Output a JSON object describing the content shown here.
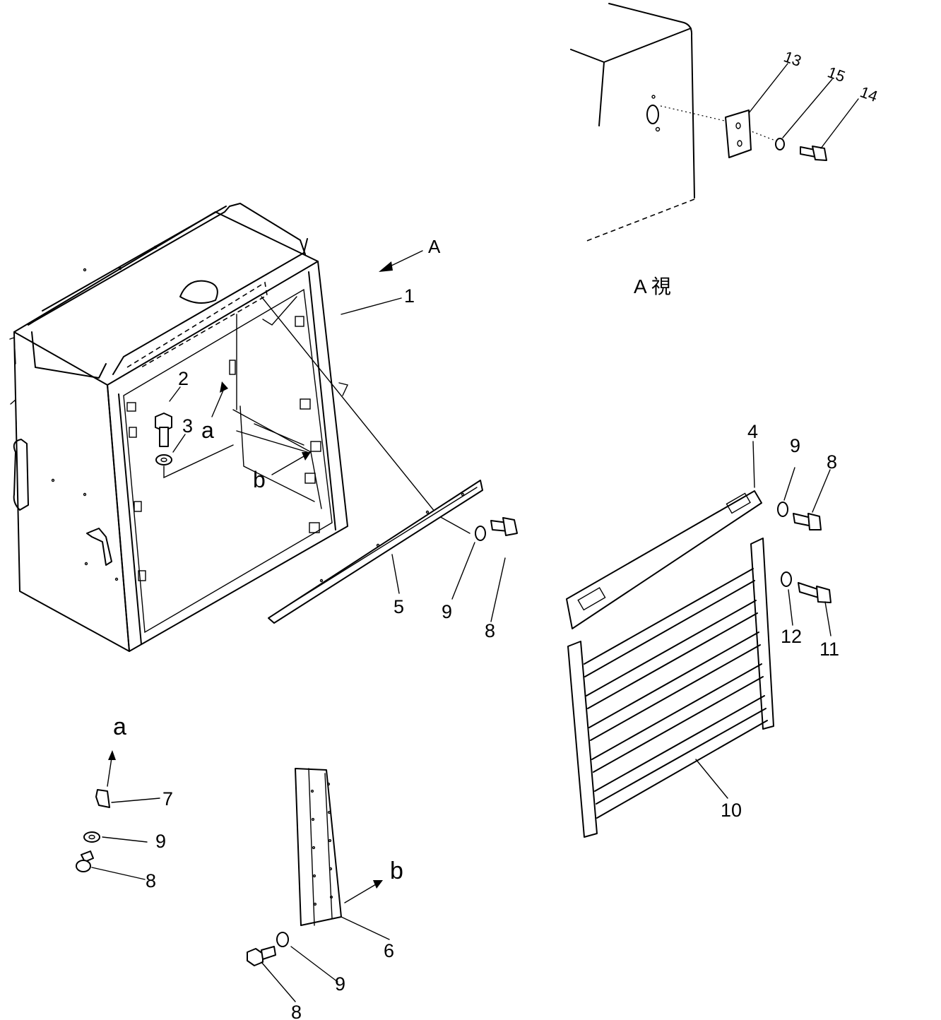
{
  "view": {
    "arrow_label": "A",
    "caption": "A 視"
  },
  "callouts": [
    {
      "id": "c1",
      "text": "1"
    },
    {
      "id": "c2",
      "text": "2"
    },
    {
      "id": "c3",
      "text": "3"
    },
    {
      "id": "c4",
      "text": "4"
    },
    {
      "id": "c5",
      "text": "5"
    },
    {
      "id": "c6",
      "text": "6"
    },
    {
      "id": "c7",
      "text": "7"
    },
    {
      "id": "c8a",
      "text": "8"
    },
    {
      "id": "c8b",
      "text": "8"
    },
    {
      "id": "c8c",
      "text": "8"
    },
    {
      "id": "c8d",
      "text": "8"
    },
    {
      "id": "c9a",
      "text": "9"
    },
    {
      "id": "c9b",
      "text": "9"
    },
    {
      "id": "c9c",
      "text": "9"
    },
    {
      "id": "c9d",
      "text": "9"
    },
    {
      "id": "c10",
      "text": "10"
    },
    {
      "id": "c11",
      "text": "11"
    },
    {
      "id": "c12",
      "text": "12"
    },
    {
      "id": "c13",
      "text": "13"
    },
    {
      "id": "c14",
      "text": "14"
    },
    {
      "id": "c15",
      "text": "15"
    }
  ],
  "detail_refs": [
    {
      "id": "ra1",
      "text": "a"
    },
    {
      "id": "ra2",
      "text": "a"
    },
    {
      "id": "rb1",
      "text": "b"
    },
    {
      "id": "rb2",
      "text": "b"
    }
  ]
}
